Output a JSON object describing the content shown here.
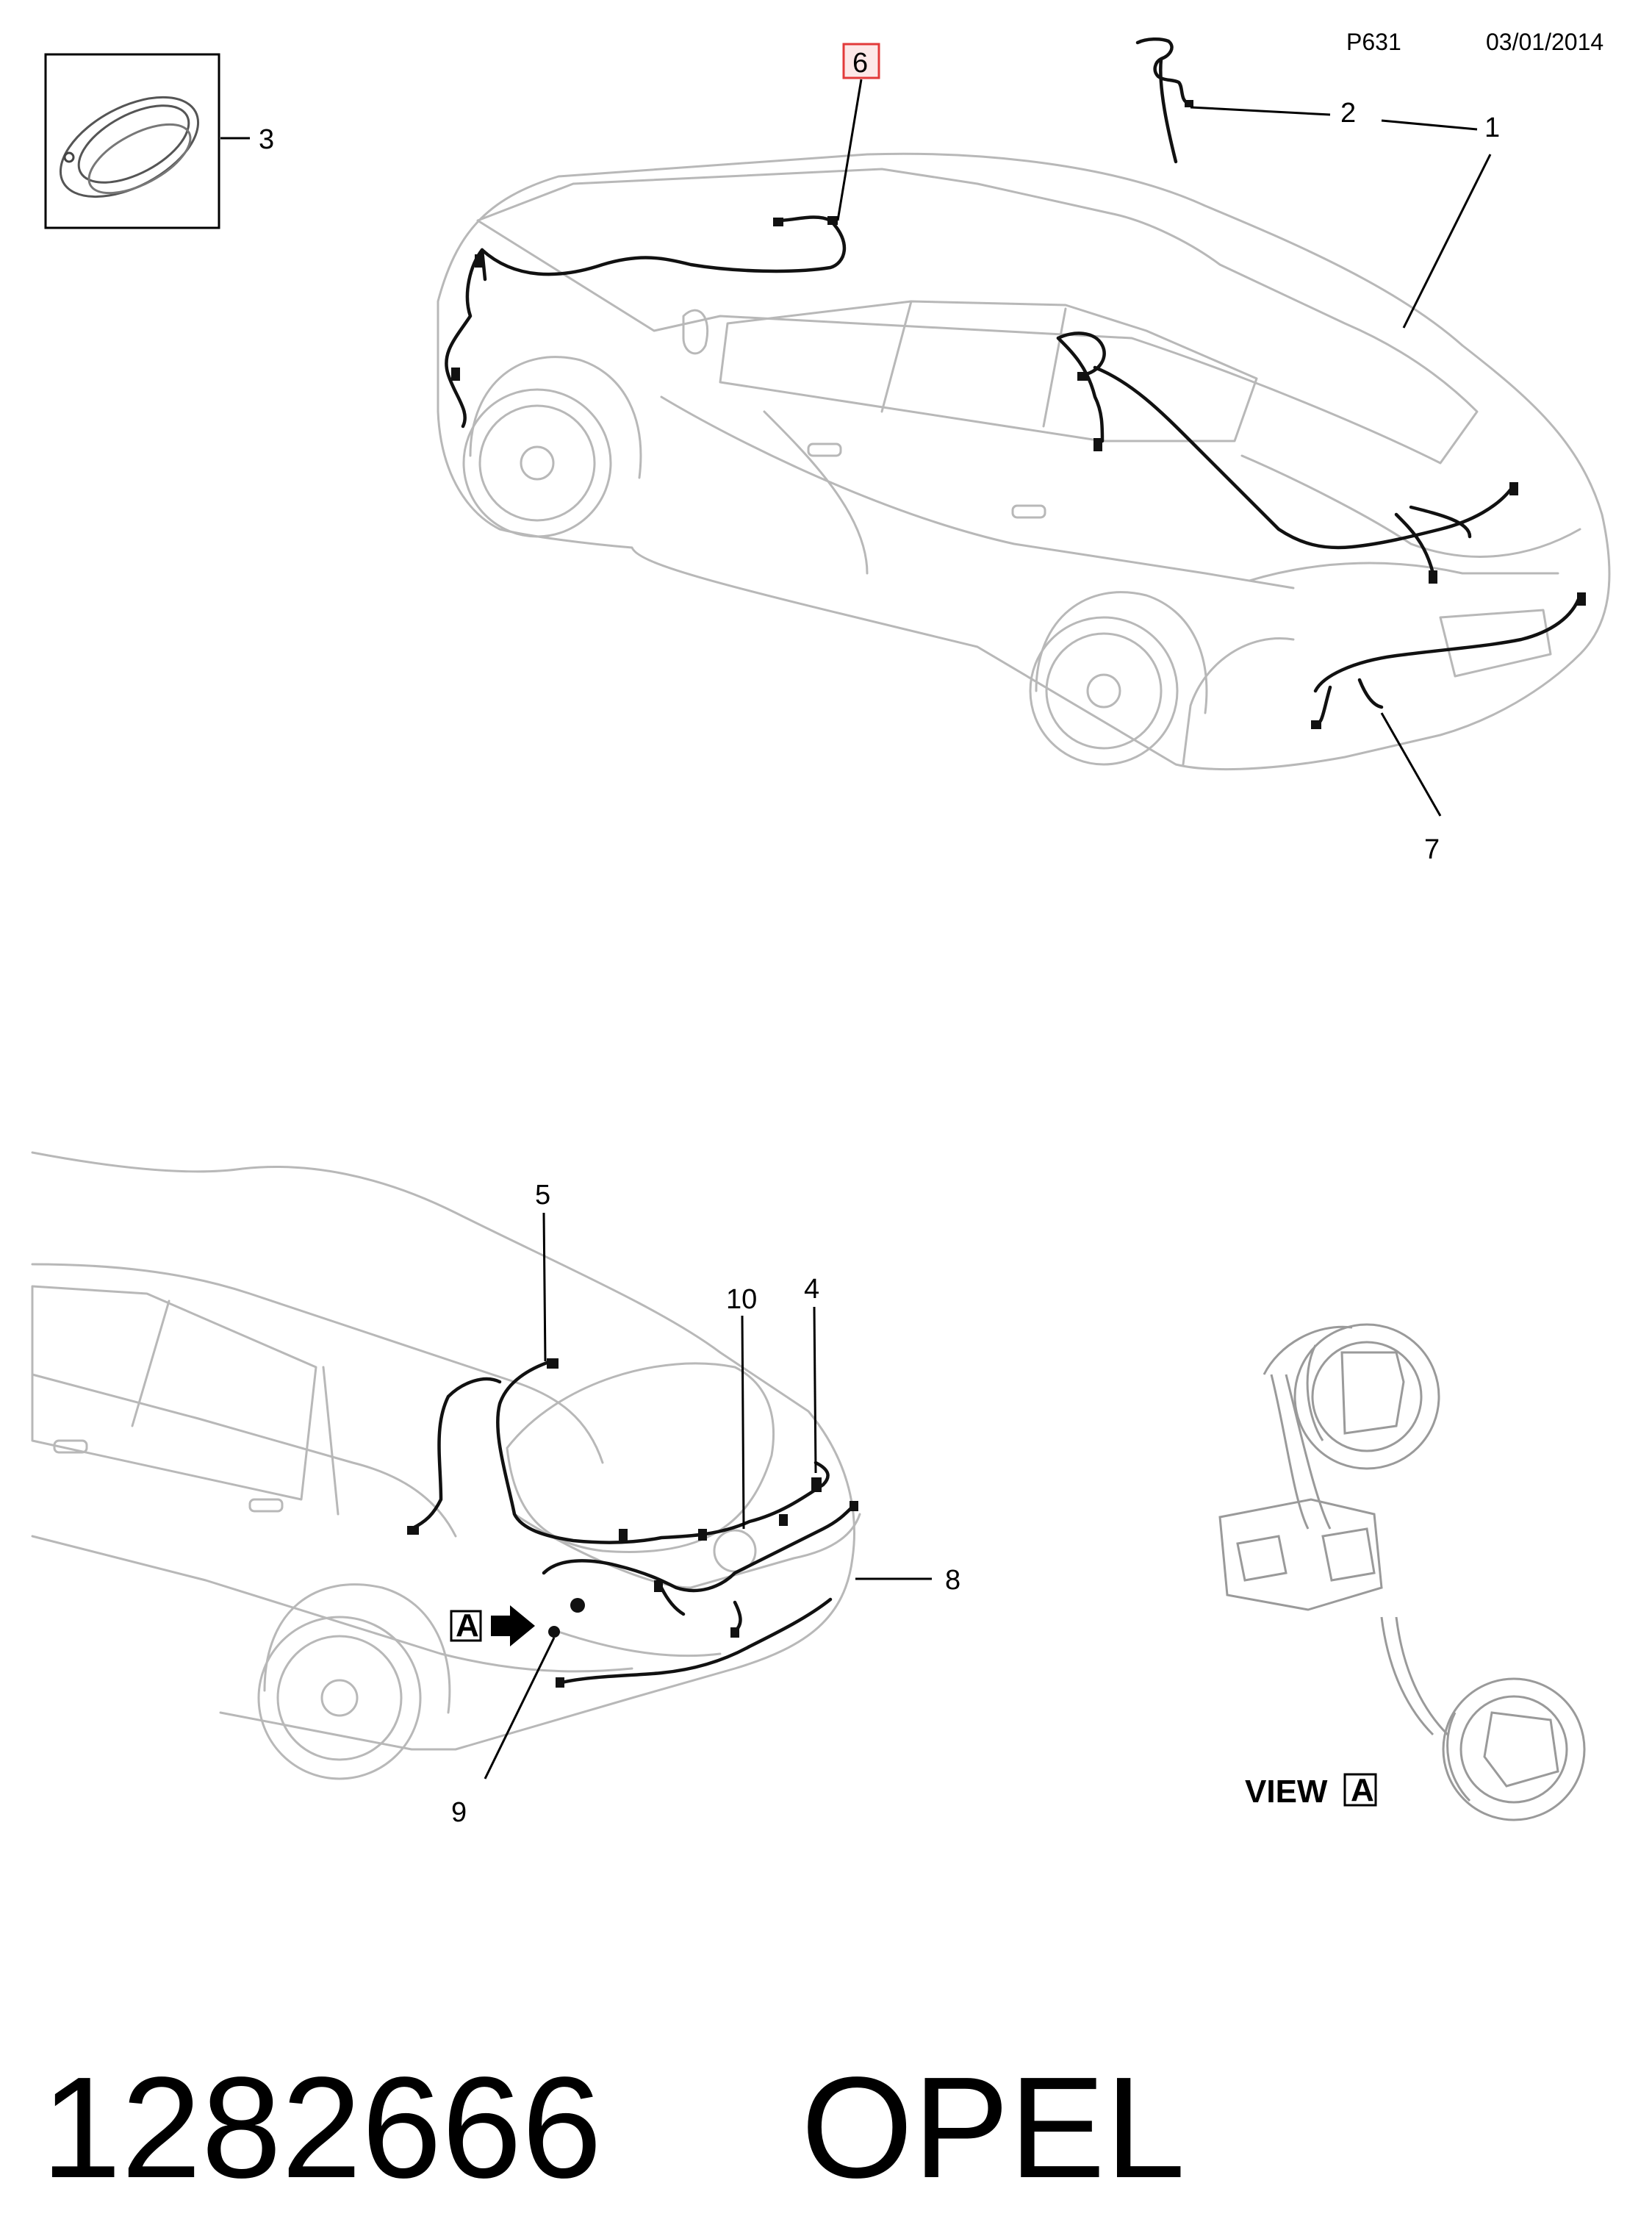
{
  "header": {
    "page_code": "P631",
    "date": "03/01/2014"
  },
  "callouts": {
    "c1": "1",
    "c2": "2",
    "c3": "3",
    "c4": "4",
    "c5": "5",
    "c6": "6",
    "c7": "7",
    "c8": "8",
    "c9": "9",
    "c10": "10"
  },
  "highlight_color": "#e23a3a",
  "view_marker": {
    "letter": "A"
  },
  "view_caption": {
    "prefix": "VIEW",
    "letter": "A"
  },
  "footer": {
    "part_number": "1282666",
    "brand": "OPEL"
  }
}
